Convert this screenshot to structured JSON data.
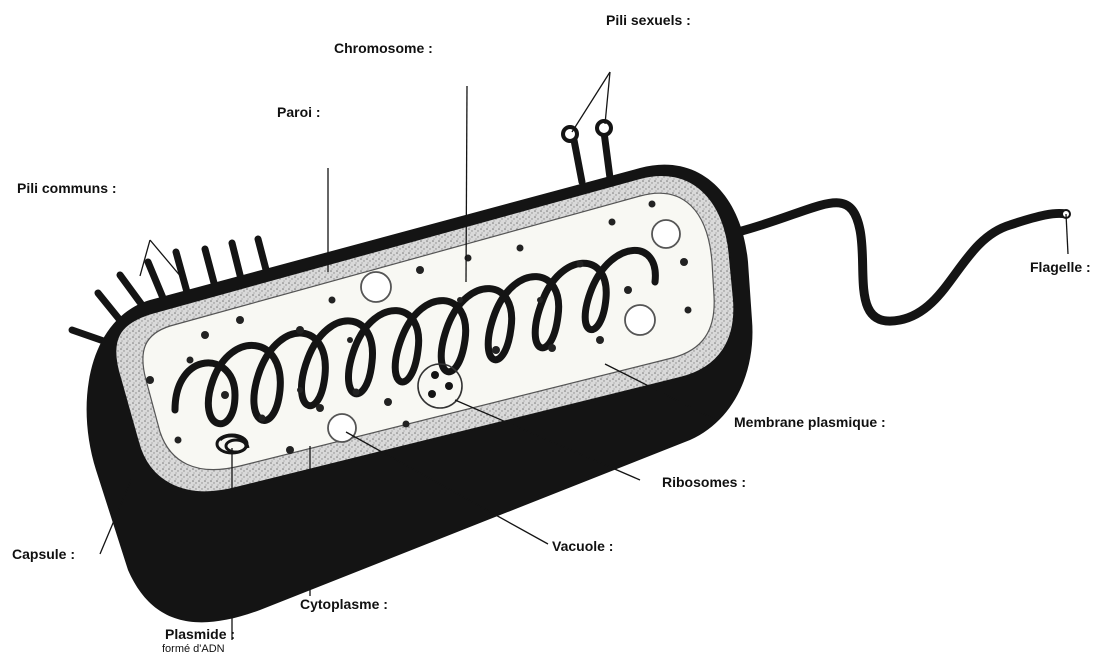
{
  "labels": {
    "pili_sexuels": "Pili sexuels :",
    "chromosome": "Chromosome :",
    "paroi": "Paroi :",
    "pili_communs": "Pili communs :",
    "flagelle": "Flagelle :",
    "membrane": "Membrane plasmique :",
    "ribosomes": "Ribosomes :",
    "vacuole": "Vacuole :",
    "capsule": "Capsule :",
    "cytoplasme": "Cytoplasme :",
    "plasmide": "Plasmide :",
    "plasmide_note": "formé d'ADN"
  },
  "colors": {
    "capsule": "#141414",
    "wall": "#cfcfcf",
    "cytoplasm": "#f7f7f2",
    "ink": "#111111"
  }
}
